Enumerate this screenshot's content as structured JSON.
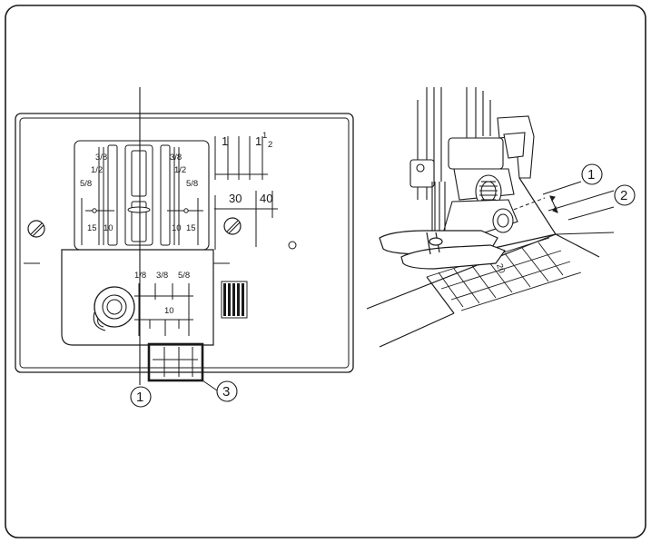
{
  "plate": {
    "left_guide": {
      "top": "3/8",
      "upper": "1/2",
      "mid": "5/8",
      "lower_a": "15",
      "lower_b": "10"
    },
    "right_guide": {
      "top": "3/8",
      "upper": "1/2",
      "mid": "5/8",
      "lower_a": "10",
      "lower_b": "15"
    },
    "inch_marks": {
      "one": "1",
      "one_half_whole": "1",
      "one_half_num": "1",
      "one_half_den": "2"
    },
    "cm_marks": {
      "thirty": "30",
      "forty": "40"
    },
    "cover_fractions": {
      "eighth": "1/8",
      "three_eighths": "3/8",
      "five_eighths": "5/8",
      "ten": "10"
    }
  },
  "fabric": {
    "mark_20": "20"
  },
  "callouts": {
    "one_left": "1",
    "three": "3",
    "one_right": "1",
    "two": "2"
  },
  "colors": {
    "stroke": "#1a1a1a",
    "background": "#ffffff"
  }
}
